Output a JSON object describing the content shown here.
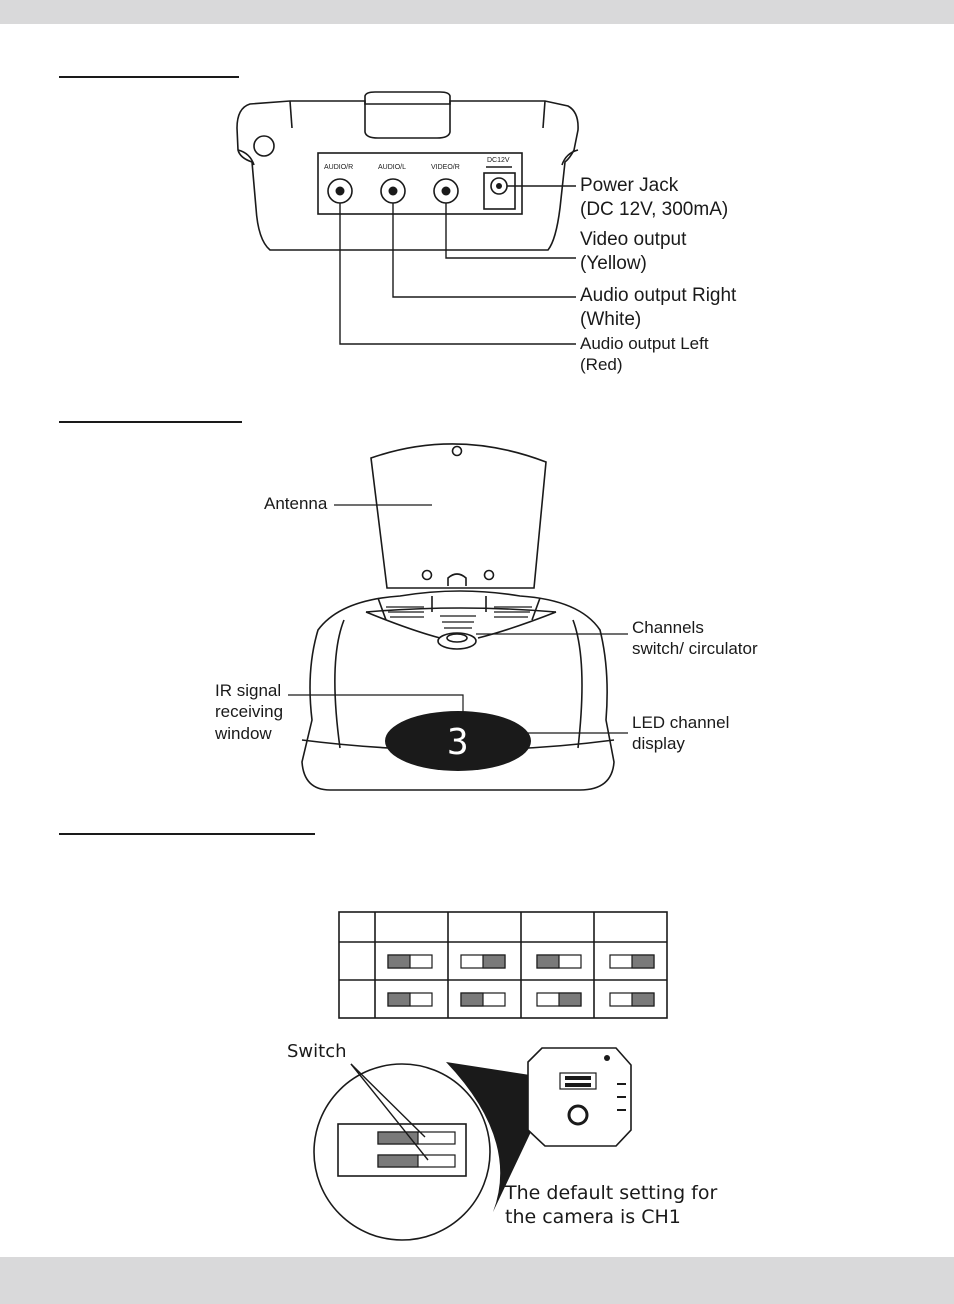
{
  "receiver_back": {
    "jack_labels": [
      "AUDIO/R",
      "AUDIO/L",
      "VIDEO/R",
      "DC12V"
    ],
    "callouts": {
      "power": "Power Jack\n(DC 12V, 300mA)",
      "video": "Video output\n(Yellow)",
      "audio_right": "Audio output Right\n(White)",
      "audio_left": "Audio output Left\n(Red)"
    }
  },
  "receiver_front": {
    "callouts": {
      "antenna": "Antenna",
      "channels": "Channels\nswitch/ circulator",
      "ir": "IR signal\nreceiving\nwindow",
      "led": "LED channel\ndisplay"
    },
    "display_digit": "3"
  },
  "camera_switch": {
    "switch_label": "Switch",
    "default_note": "The default setting for\nthe camera is CH1"
  },
  "colors": {
    "ink": "#1a1a1a",
    "band": "#d9d9da",
    "switch_fill": "#7a7a7a"
  }
}
